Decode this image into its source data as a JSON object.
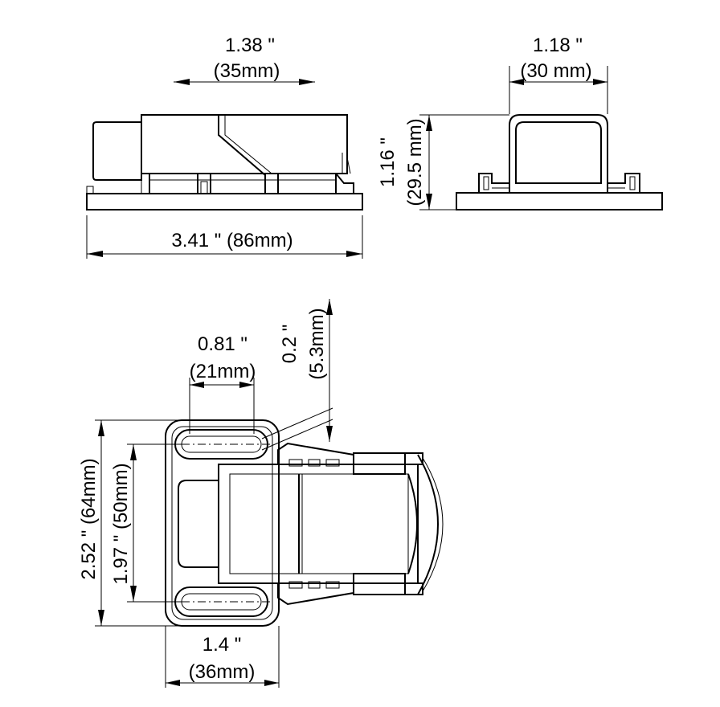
{
  "dimensions": {
    "side_top_width": {
      "inch": "1.38 \"",
      "mm": "(35mm)"
    },
    "end_width": {
      "inch": "1.18 \"",
      "mm": "(30 mm)"
    },
    "end_height": {
      "inch": "1.16 \"",
      "mm": "(29.5 mm)"
    },
    "overall_length": {
      "text": "3.41 \" (86mm)"
    },
    "slot_width": {
      "inch": "0.81 \"",
      "mm": "(21mm)"
    },
    "slot_offset": {
      "inch": "0.2 \"",
      "mm": "(5.3mm)"
    },
    "base_height": {
      "text": "2.52 \" (64mm)"
    },
    "slot_spacing": {
      "text": "1.97 \" (50mm)"
    },
    "base_width": {
      "inch": "1.4 \"",
      "mm": "(36mm)"
    }
  }
}
